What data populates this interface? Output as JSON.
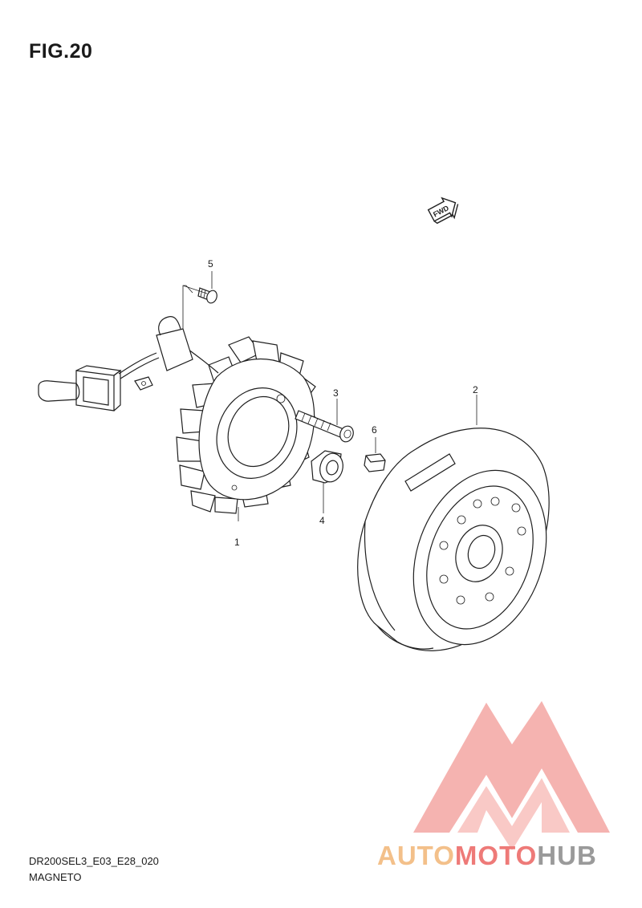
{
  "page": {
    "title": "FIG.20",
    "diagram_code": "DR200SEL3_E03_E28_020",
    "diagram_name": "MAGNETO"
  },
  "fwd_badge": {
    "text": "FWD"
  },
  "callouts": [
    {
      "id": "1",
      "label": "1"
    },
    {
      "id": "2",
      "label": "2"
    },
    {
      "id": "3",
      "label": "3"
    },
    {
      "id": "4",
      "label": "4"
    },
    {
      "id": "5",
      "label": "5"
    },
    {
      "id": "6",
      "label": "6"
    }
  ],
  "watermark": {
    "part1": "AUTO",
    "part2": "MOTO",
    "part3": "HUB",
    "color_light": "#f3c08a",
    "color_mid": "#ee7a78",
    "color_dark": "#9a9a9a",
    "logo_color": "#f29a96"
  }
}
